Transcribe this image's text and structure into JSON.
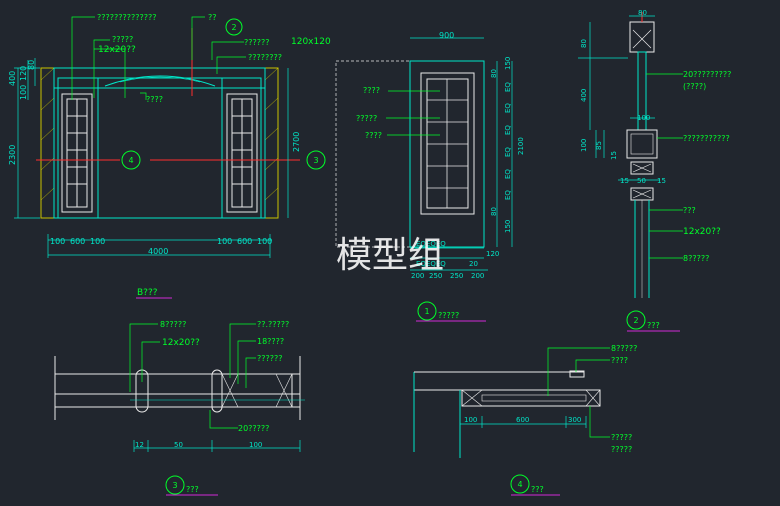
{
  "watermark": "模型组",
  "colors": {
    "background": "#21262e",
    "annotation": "#00ff2a",
    "dimension": "#00e5c8",
    "frame": "#e9e9e9",
    "wall": "#c9c200",
    "cyan": "#1ee0ff",
    "accent": "#ff2d2d",
    "magenta": "#d12ad6"
  },
  "elevation": {
    "notes": [
      "??????????????",
      "??",
      "12x20??",
      "?????",
      "??????",
      "????",
      "120x120",
      "????????"
    ],
    "section_tag": "2",
    "dims_left": [
      "400",
      "120",
      "100",
      "80",
      "2300"
    ],
    "dim_right": "2700",
    "dims_bottom": [
      "100",
      "600",
      "100",
      "100",
      "600",
      "100"
    ],
    "dim_total": "4000",
    "tag_a": "4",
    "tag_b": "3",
    "caption": "B???"
  },
  "panel": {
    "dim_top": "900",
    "labels": [
      "????",
      "?????",
      "????"
    ],
    "dims_right": [
      "80",
      "150",
      "EQ",
      "EQ",
      "EQ",
      "EQ",
      "EQ",
      "EQ",
      "80",
      "150",
      "2100"
    ],
    "dims_bottom_text": [
      "EQEQEQ",
      "EQEQEQ",
      "20",
      "120"
    ],
    "dims_bottom": [
      "200",
      "250",
      "250",
      "200"
    ],
    "tag": "1",
    "caption": "?????"
  },
  "section2": {
    "dims": [
      "80",
      "80",
      "400",
      "100",
      "85",
      "100",
      "15",
      "15",
      "50",
      "15"
    ],
    "labels": [
      "20?????????",
      "(????)",
      "???????????",
      "???",
      "12x20??",
      "8?????"
    ],
    "tag": "2",
    "caption": "???"
  },
  "detail3": {
    "labels": [
      "8?????",
      "12x20??",
      "??.?????",
      "18????",
      "??????",
      "20?????"
    ],
    "dims": [
      "12",
      "50",
      "100"
    ],
    "tag": "3",
    "caption": "???"
  },
  "detail4": {
    "labels": [
      "8?????",
      "????",
      "?????",
      "?????"
    ],
    "dims": [
      "100",
      "600",
      "300"
    ],
    "tag": "4",
    "caption": "???"
  }
}
